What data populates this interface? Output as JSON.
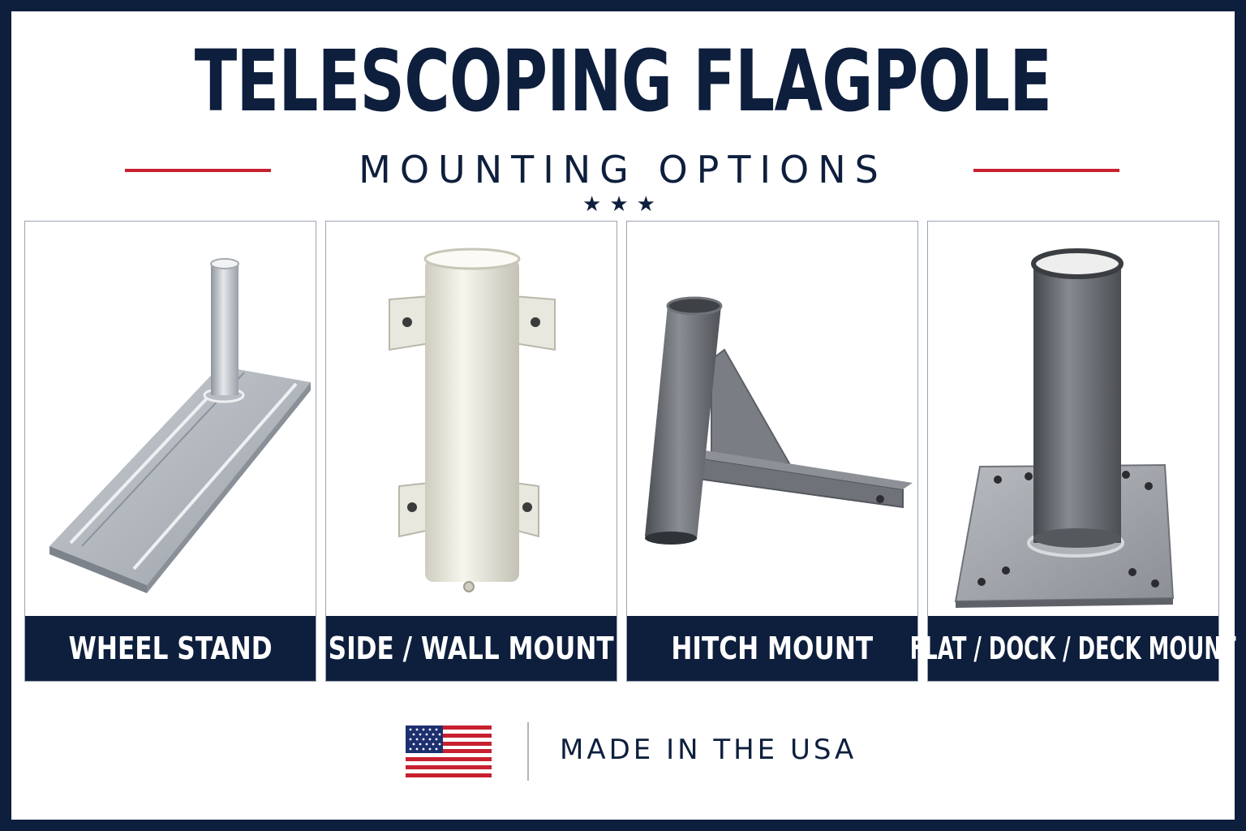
{
  "header": {
    "title": "TELESCOPING FLAGPOLE",
    "subtitle": "MOUNTING OPTIONS",
    "stars": "★★★"
  },
  "cards": [
    {
      "label": "WHEEL STAND",
      "icon": "wheel-stand-image"
    },
    {
      "label": "SIDE / WALL MOUNT",
      "icon": "side-wall-mount-image"
    },
    {
      "label": "HITCH MOUNT",
      "icon": "hitch-mount-image"
    },
    {
      "label": "FLAT / DOCK / DECK MOUNT",
      "icon": "flat-dock-deck-mount-image"
    }
  ],
  "footer": {
    "made_in": "MADE IN THE USA",
    "flag_icon": "us-flag-icon"
  },
  "colors": {
    "navy": "#0e1f3d",
    "red": "#c8202f",
    "white": "#ffffff"
  }
}
